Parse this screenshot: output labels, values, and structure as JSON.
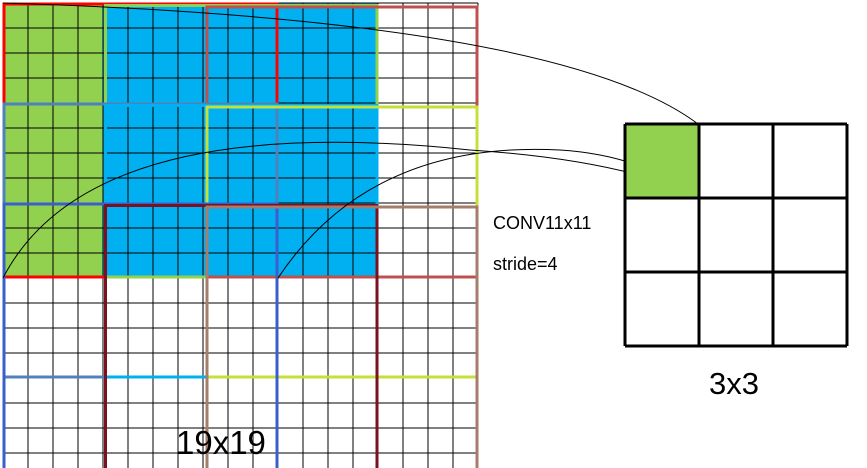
{
  "input_grid": {
    "label": "19x19",
    "size": 19
  },
  "output_grid": {
    "label": "3x3",
    "size": 3,
    "highlighted_cell": [
      0,
      0
    ]
  },
  "operation": {
    "kernel_label": "CONV11x11",
    "stride_label": "stride=4"
  },
  "colors": {
    "green": "#92D050",
    "blue": "#00B0F0",
    "grid_line": "#000000",
    "windows": [
      "#FF0000",
      "#92D050",
      "#C0504D",
      "#4F81BD",
      "#00B0F0",
      "#3A5FCD",
      "#C5E03A",
      "#7B1020",
      "#A67C6B"
    ]
  }
}
